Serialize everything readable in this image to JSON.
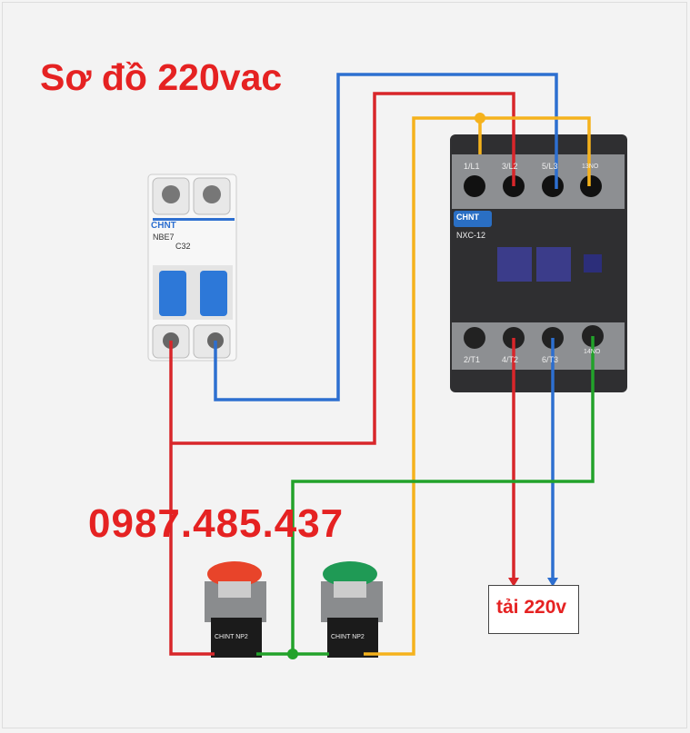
{
  "title": "Sơ đồ 220vac",
  "phone": "0987.485.437",
  "load_label": "tải 220v",
  "breaker": {
    "brand": "CHNT",
    "model": "NBE7",
    "rating": "C32"
  },
  "contactor": {
    "brand": "CHNT",
    "model": "NXC-12",
    "top_terminals": [
      "1/L1",
      "3/L2",
      "5/L3",
      "13NO"
    ],
    "bottom_terminals": [
      "2/T1",
      "4/T2",
      "6/T3",
      "14NO"
    ]
  },
  "buttons": [
    {
      "color": "#e8442a",
      "label": "CHINT NP2"
    },
    {
      "color": "#1f9a55",
      "label": "CHINT NP2"
    }
  ],
  "wire_colors": {
    "red": "#d8262a",
    "blue": "#2d6fd0",
    "yellow": "#f5b21c",
    "green": "#22a22a"
  }
}
